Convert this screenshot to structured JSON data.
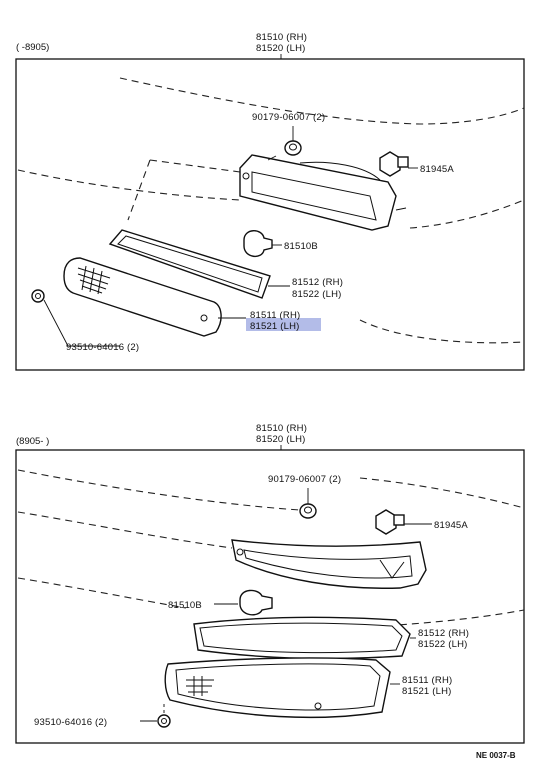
{
  "top": {
    "range": "(      -8905)",
    "assembly_rh": "81510 (RH)",
    "assembly_lh": "81520 (LH)",
    "screw": "90179-06007 (2)",
    "clip": "81945A",
    "bulb": "81510B",
    "gasket_rh": "81512 (RH)",
    "gasket_lh": "81522 (LH)",
    "lens_rh": "81511 (RH)",
    "lens_lh": "81521 (LH)",
    "fastener": "93510-64016 (2)"
  },
  "bottom": {
    "range": "(8905-      )",
    "assembly_rh": "81510 (RH)",
    "assembly_lh": "81520 (LH)",
    "screw": "90179-06007 (2)",
    "clip": "81945A",
    "bulb": "81510B",
    "gasket_rh": "81512 (RH)",
    "gasket_lh": "81522 (LH)",
    "lens_rh": "81511 (RH)",
    "lens_lh": "81521 (LH)",
    "fastener": "93510-64016 (2)"
  },
  "diagram_code": "NE 0037-B",
  "highlight_color": "#9aa6e0"
}
